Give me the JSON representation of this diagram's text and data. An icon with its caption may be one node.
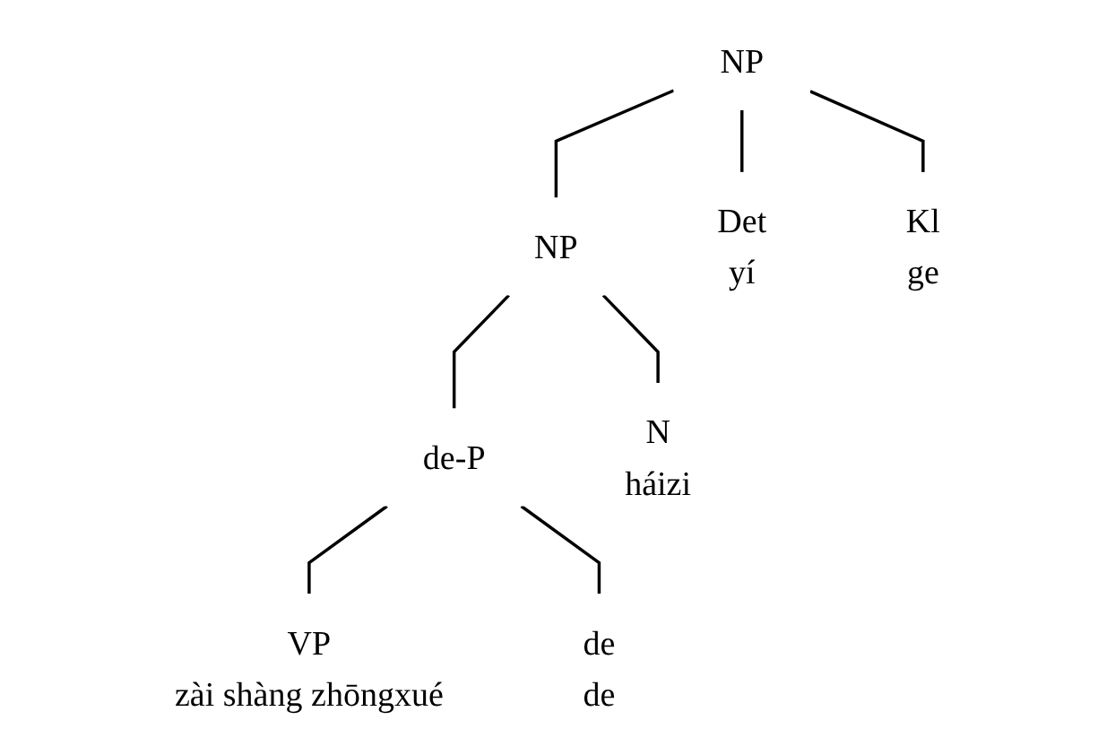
{
  "diagram": {
    "nodes": [
      {
        "text": [
          "NP"
        ]
      },
      {
        "text": [
          "NP"
        ]
      },
      {
        "text": [
          "de-P"
        ]
      },
      {
        "text": [
          "Det",
          "yí"
        ]
      },
      {
        "text": [
          "Kl",
          "ge"
        ]
      },
      {
        "text": [
          "VP",
          "zài shàng zhōngxué"
        ]
      },
      {
        "text": [
          "de",
          "de"
        ]
      },
      {
        "text": [
          "N",
          "háizi"
        ]
      }
    ],
    "edges": [
      {
        "from": 0,
        "to": 3,
        "arrow": "none"
      },
      {
        "from": 0,
        "to": 4,
        "arrow": "none"
      },
      {
        "from": 0,
        "to": 1,
        "arrow": "none"
      },
      {
        "from": 1,
        "to": 2,
        "arrow": "none"
      },
      {
        "from": 1,
        "to": 7,
        "arrow": "none"
      },
      {
        "from": 2,
        "to": 5,
        "arrow": "none"
      },
      {
        "from": 2,
        "to": 6,
        "arrow": "none"
      }
    ]
  }
}
